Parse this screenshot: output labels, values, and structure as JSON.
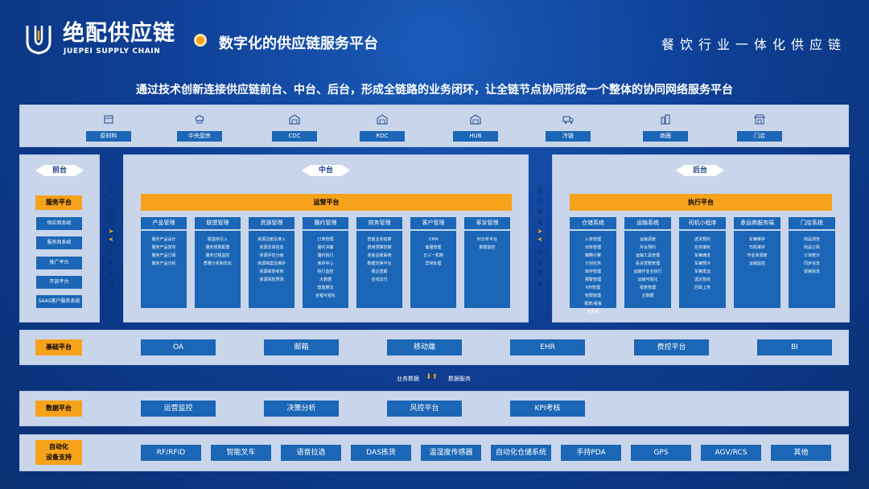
{
  "header": {
    "logo_cn": "绝配供应链",
    "logo_en": "JUEPEI SUPPLY CHAIN",
    "title": "数字化的供应链服务平台",
    "right": "餐饮行业一体化供应链"
  },
  "tagline": "通过技术创新连接供应链前台、中台、后台，形成全链路的业务闭环，让全链节点协同形成一个整体的协同网络服务平台",
  "nodes": [
    {
      "label": "原材料",
      "icon": "box-icon"
    },
    {
      "label": "中央厨房",
      "icon": "chef-hat-icon"
    },
    {
      "label": "CDC",
      "icon": "warehouse-icon"
    },
    {
      "label": "RDC",
      "icon": "warehouse-icon"
    },
    {
      "label": "HUB",
      "icon": "warehouse-icon"
    },
    {
      "label": "冷链",
      "icon": "truck-icon"
    },
    {
      "label": "商圈",
      "icon": "building-icon"
    },
    {
      "label": "门店",
      "icon": "store-icon"
    }
  ],
  "front": {
    "title": "前台",
    "platform": "服务平台",
    "items": [
      "供应商系统",
      "服务商系统",
      "推广平台",
      "开放平台",
      "SAAS客户服务系统"
    ]
  },
  "connector_left": {
    "top": "业务状态",
    "bottom": "业务数据"
  },
  "connector_right": {
    "top": "执行状态",
    "bottom": "业务数据"
  },
  "middle": {
    "title": "中台",
    "platform": "运营平台",
    "columns": [
      {
        "title": "产品管理",
        "items": [
          "服务产品设计",
          "服务产品发布",
          "服务产品订阅",
          "服务产品分析"
        ]
      },
      {
        "title": "联盟管理",
        "items": [
          "联盟商引入",
          "服务规则配置",
          "服务过程监控",
          "质量分析和优化"
        ]
      },
      {
        "title": "资源管理",
        "items": [
          "资源注册及准入",
          "资源交易信息",
          "资源评估分级",
          "资源档案及维护",
          "资源绩效考核",
          "资源风险预测"
        ]
      },
      {
        "title": "履约管理",
        "items": [
          "订单管理",
          "履约决策",
          "履约执行",
          "库存中心",
          "执行监控",
          "大数据",
          "智能算法",
          "全程可视化"
        ]
      },
      {
        "title": "财务管理",
        "items": [
          "智能业务结算",
          "费用预算控制",
          "资金总账系统",
          "数据交换平台",
          "银企直联",
          "在线支付"
        ]
      },
      {
        "title": "客户管理",
        "items": [
          "CRM",
          "客服管理",
          "五三一机制",
          "异常处理"
        ]
      },
      {
        "title": "客诉管理",
        "items": [
          "BI分析平台",
          "数据监控"
        ]
      }
    ]
  },
  "back": {
    "title": "后台",
    "platform": "执行平台",
    "columns": [
      {
        "title": "仓储系统",
        "items": [
          "入库管理",
          "出库管理",
          "策略引擎",
          "计划任务",
          "库存管理",
          "报警管理",
          "KPI管理",
          "权限管理",
          "报表/看板",
          "主数据"
        ]
      },
      {
        "title": "运输系统",
        "items": [
          "运输调度",
          "月台预约",
          "运输工具管理",
          "投诉赏赔管理",
          "运输作业全执行",
          "运输可视化",
          "报表管理",
          "主数据"
        ]
      },
      {
        "title": "司机小程序",
        "items": [
          "送货预约",
          "任务接收",
          "车辆满洗",
          "车辆预冷",
          "车辆发运",
          "送达签收",
          "回单上传"
        ]
      },
      {
        "title": "承运商服务端",
        "items": [
          "车辆维护",
          "司机维护",
          "作业单调度",
          "运输监控"
        ]
      },
      {
        "title": "门店系统",
        "items": [
          "商品浏览",
          "商品订购",
          "订单统计",
          "同步信息",
          "促销信息"
        ]
      }
    ]
  },
  "basic": {
    "label": "基础平台",
    "items": [
      "OA",
      "邮箱",
      "移动端",
      "EHR",
      "费控平台",
      "BI"
    ]
  },
  "flow": {
    "left": "业务数据",
    "right": "数据服务"
  },
  "data_platform": {
    "label": "数据平台",
    "items": [
      "运营监控",
      "决策分析",
      "风控平台",
      "KPI考核"
    ]
  },
  "automation": {
    "label_line1": "自动化",
    "label_line2": "设备支持",
    "items": [
      "RF/RFID",
      "智能叉车",
      "语音拉选",
      "DAS拣货",
      "温湿度传感器",
      "自动化仓储系统",
      "手持PDA",
      "GPS",
      "AGV/RCS",
      "其他"
    ]
  },
  "colors": {
    "accent": "#f7a21b",
    "box": "#1b66b6",
    "panel": "#c9d5ea",
    "background": "#0e3f95"
  }
}
